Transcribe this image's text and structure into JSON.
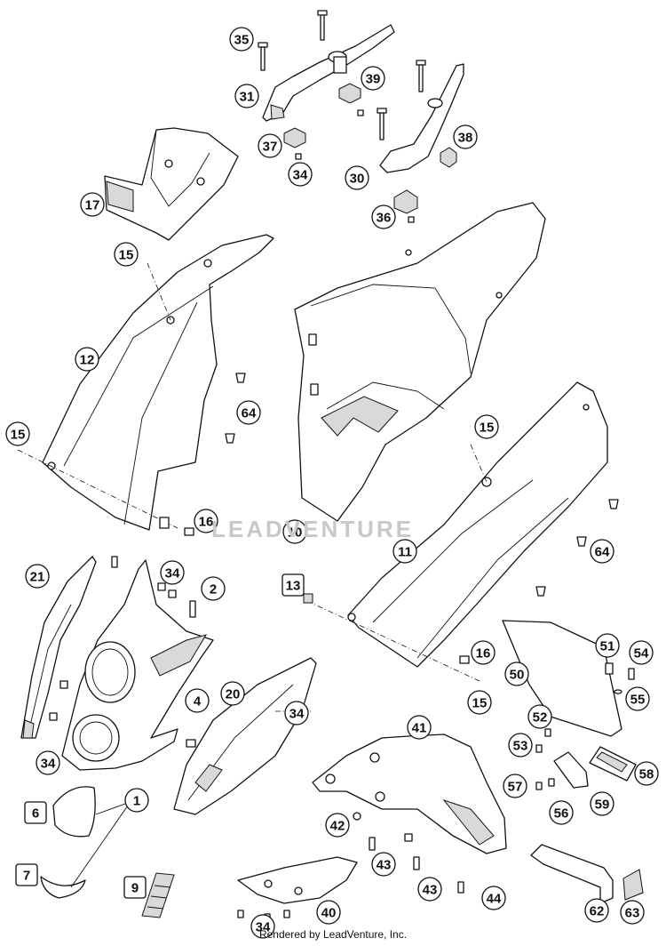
{
  "watermark": "LEADVENTURE",
  "credit": "Rendered by LeadVenture, Inc.",
  "callouts": [
    {
      "id": "c35",
      "label": "35",
      "shape": "circle"
    },
    {
      "id": "c31",
      "label": "31",
      "shape": "circle"
    },
    {
      "id": "c39",
      "label": "39",
      "shape": "circle"
    },
    {
      "id": "c37",
      "label": "37",
      "shape": "circle"
    },
    {
      "id": "c34a",
      "label": "34",
      "shape": "circle"
    },
    {
      "id": "c30",
      "label": "30",
      "shape": "circle"
    },
    {
      "id": "c38",
      "label": "38",
      "shape": "circle"
    },
    {
      "id": "c36",
      "label": "36",
      "shape": "circle"
    },
    {
      "id": "c17",
      "label": "17",
      "shape": "circle"
    },
    {
      "id": "c15a",
      "label": "15",
      "shape": "circle"
    },
    {
      "id": "c12",
      "label": "12",
      "shape": "circle"
    },
    {
      "id": "c64a",
      "label": "64",
      "shape": "circle"
    },
    {
      "id": "c15b",
      "label": "15",
      "shape": "circle"
    },
    {
      "id": "c16a",
      "label": "16",
      "shape": "circle"
    },
    {
      "id": "c10",
      "label": "10",
      "shape": "circle"
    },
    {
      "id": "c15c",
      "label": "15",
      "shape": "circle"
    },
    {
      "id": "c11",
      "label": "11",
      "shape": "circle"
    },
    {
      "id": "c64b",
      "label": "64",
      "shape": "circle"
    },
    {
      "id": "c21",
      "label": "21",
      "shape": "circle"
    },
    {
      "id": "c34b",
      "label": "34",
      "shape": "circle"
    },
    {
      "id": "c2",
      "label": "2",
      "shape": "circle"
    },
    {
      "id": "c13",
      "label": "13",
      "shape": "square"
    },
    {
      "id": "c4",
      "label": "4",
      "shape": "circle"
    },
    {
      "id": "c20",
      "label": "20",
      "shape": "circle"
    },
    {
      "id": "c34c",
      "label": "34",
      "shape": "circle"
    },
    {
      "id": "c16b",
      "label": "16",
      "shape": "circle"
    },
    {
      "id": "c15d",
      "label": "15",
      "shape": "circle"
    },
    {
      "id": "c50",
      "label": "50",
      "shape": "circle"
    },
    {
      "id": "c51",
      "label": "51",
      "shape": "circle"
    },
    {
      "id": "c54",
      "label": "54",
      "shape": "circle"
    },
    {
      "id": "c55",
      "label": "55",
      "shape": "circle"
    },
    {
      "id": "c52",
      "label": "52",
      "shape": "circle"
    },
    {
      "id": "c53",
      "label": "53",
      "shape": "circle"
    },
    {
      "id": "c41",
      "label": "41",
      "shape": "circle"
    },
    {
      "id": "c58",
      "label": "58",
      "shape": "circle"
    },
    {
      "id": "c34d",
      "label": "34",
      "shape": "circle"
    },
    {
      "id": "c1",
      "label": "1",
      "shape": "circle"
    },
    {
      "id": "c6",
      "label": "6",
      "shape": "square"
    },
    {
      "id": "c57",
      "label": "57",
      "shape": "circle"
    },
    {
      "id": "c56",
      "label": "56",
      "shape": "circle"
    },
    {
      "id": "c59",
      "label": "59",
      "shape": "circle"
    },
    {
      "id": "c42",
      "label": "42",
      "shape": "circle"
    },
    {
      "id": "c43a",
      "label": "43",
      "shape": "circle"
    },
    {
      "id": "c7",
      "label": "7",
      "shape": "square"
    },
    {
      "id": "c9",
      "label": "9",
      "shape": "square"
    },
    {
      "id": "c43b",
      "label": "43",
      "shape": "circle"
    },
    {
      "id": "c44",
      "label": "44",
      "shape": "circle"
    },
    {
      "id": "c40",
      "label": "40",
      "shape": "circle"
    },
    {
      "id": "c34e",
      "label": "34",
      "shape": "circle"
    },
    {
      "id": "c62",
      "label": "62",
      "shape": "circle"
    },
    {
      "id": "c63",
      "label": "63",
      "shape": "circle"
    }
  ]
}
